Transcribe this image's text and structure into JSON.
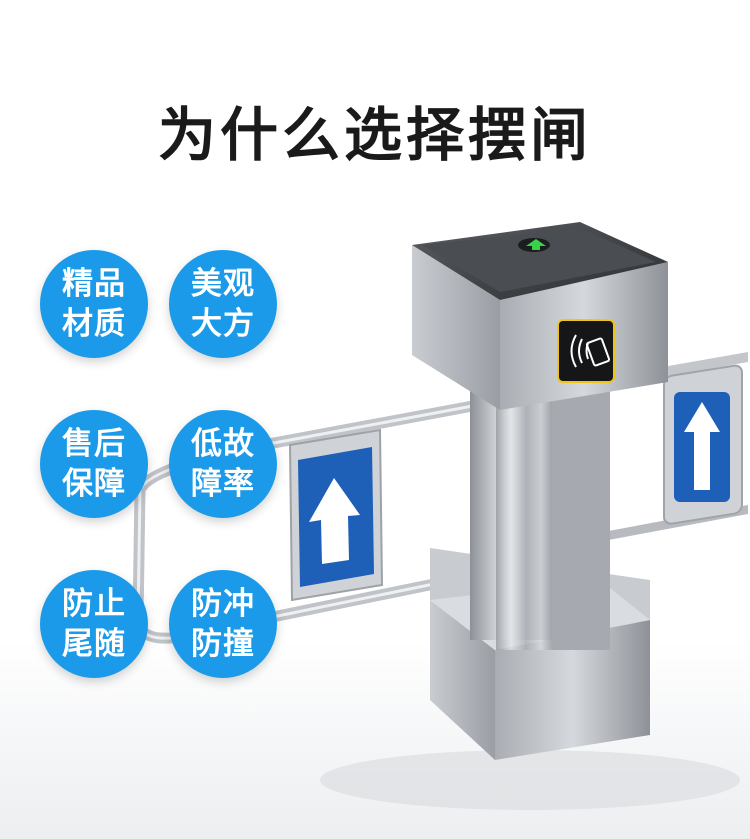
{
  "title": "为什么选择摆闸",
  "badges": [
    {
      "line1": "精品",
      "line2": "材质"
    },
    {
      "line1": "美观",
      "line2": "大方"
    },
    {
      "line1": "售后",
      "line2": "保障"
    },
    {
      "line1": "低故",
      "line2": "障率"
    },
    {
      "line1": "防止",
      "line2": "尾随"
    },
    {
      "line1": "防冲",
      "line2": "防撞"
    }
  ],
  "colors": {
    "badge": "#1a9ae8",
    "arrow_panel": "#1e5fb8",
    "steel": "#b9bcc2",
    "indicator": "#38d14a"
  },
  "icons": [
    "up-arrow-icon",
    "rfid-card-reader-icon",
    "green-arrow-indicator-icon"
  ]
}
